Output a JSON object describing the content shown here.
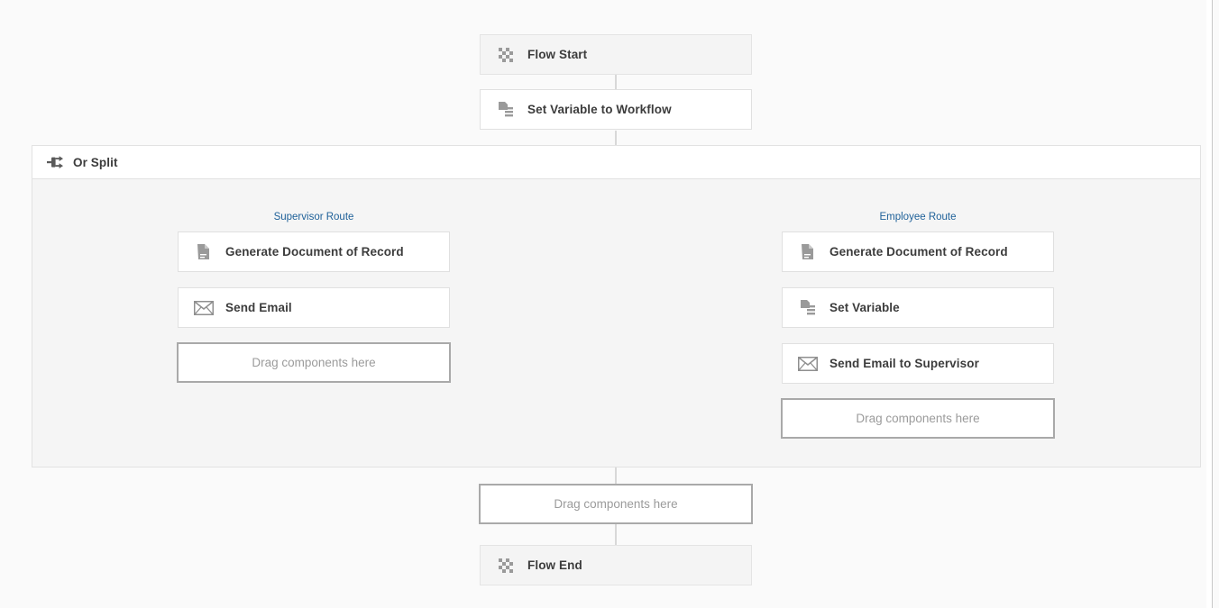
{
  "canvas": {
    "background_color": "#fafafa",
    "connector_color": "#b6b6b6"
  },
  "flow": {
    "start_node": {
      "label": "Flow Start",
      "icon": "checkered-flag-icon",
      "type": "terminal"
    },
    "set_variable_workflow_node": {
      "label": "Set Variable to Workflow",
      "icon": "set-variable-icon",
      "type": "action"
    },
    "split": {
      "label": "Or Split",
      "icon": "or-split-icon",
      "route_label_color": "#1f6199",
      "branches": [
        {
          "route_label": "Supervisor Route",
          "nodes": [
            {
              "label": "Generate Document of Record",
              "icon": "document-pdf-icon",
              "type": "action"
            },
            {
              "label": "Send Email",
              "icon": "envelope-icon",
              "type": "action"
            }
          ],
          "dropzone_label": "Drag components here"
        },
        {
          "route_label": "Employee Route",
          "nodes": [
            {
              "label": "Generate Document of Record",
              "icon": "document-pdf-icon",
              "type": "action"
            },
            {
              "label": "Set Variable",
              "icon": "set-variable-icon",
              "type": "action"
            },
            {
              "label": "Send Email to Supervisor",
              "icon": "envelope-icon",
              "type": "action"
            }
          ],
          "dropzone_label": "Drag components here"
        }
      ]
    },
    "bottom_dropzone": {
      "label": "Drag components here"
    },
    "end_node": {
      "label": "Flow End",
      "icon": "checkered-flag-icon",
      "type": "terminal"
    }
  }
}
